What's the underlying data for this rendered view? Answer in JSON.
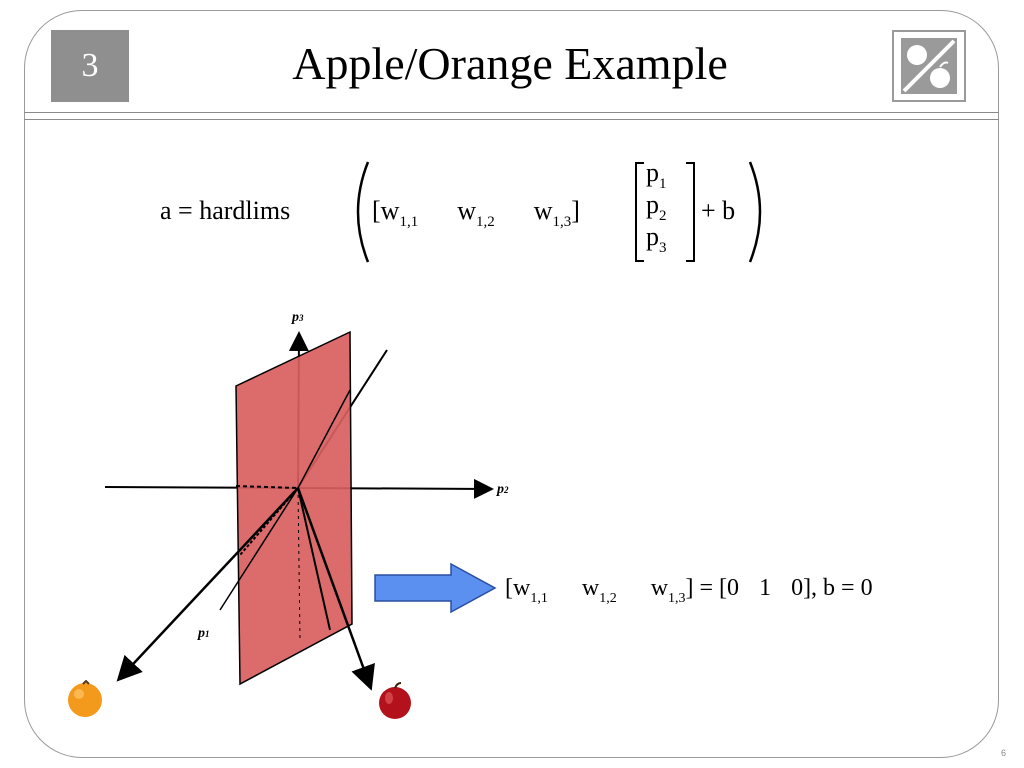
{
  "slide": {
    "chapter_number": "3",
    "title": "Apple/Orange Example",
    "page_number": "6"
  },
  "equation_main": {
    "lhs": "a = hardlims",
    "w_symbol": "w",
    "w11_sub": "1,1",
    "w12_sub": "1,2",
    "w13_sub": "1,3",
    "p_symbol": "p",
    "p1_sub": "1",
    "p2_sub": "2",
    "p3_sub": "3",
    "plus_b": "+ b"
  },
  "equation_result": {
    "equals_part": "] = [0",
    "one": "1",
    "tail": "0], b = 0"
  },
  "diagram": {
    "axis_p1": "p",
    "axis_p1_sub": "1",
    "axis_p2": "p",
    "axis_p2_sub": "2",
    "axis_p3": "p",
    "axis_p3_sub": "3",
    "plane_color": "#d9605f",
    "arrow_color": "#5b8ff0",
    "orange_color": "#f39a1d",
    "apple_color": "#b3121c"
  }
}
